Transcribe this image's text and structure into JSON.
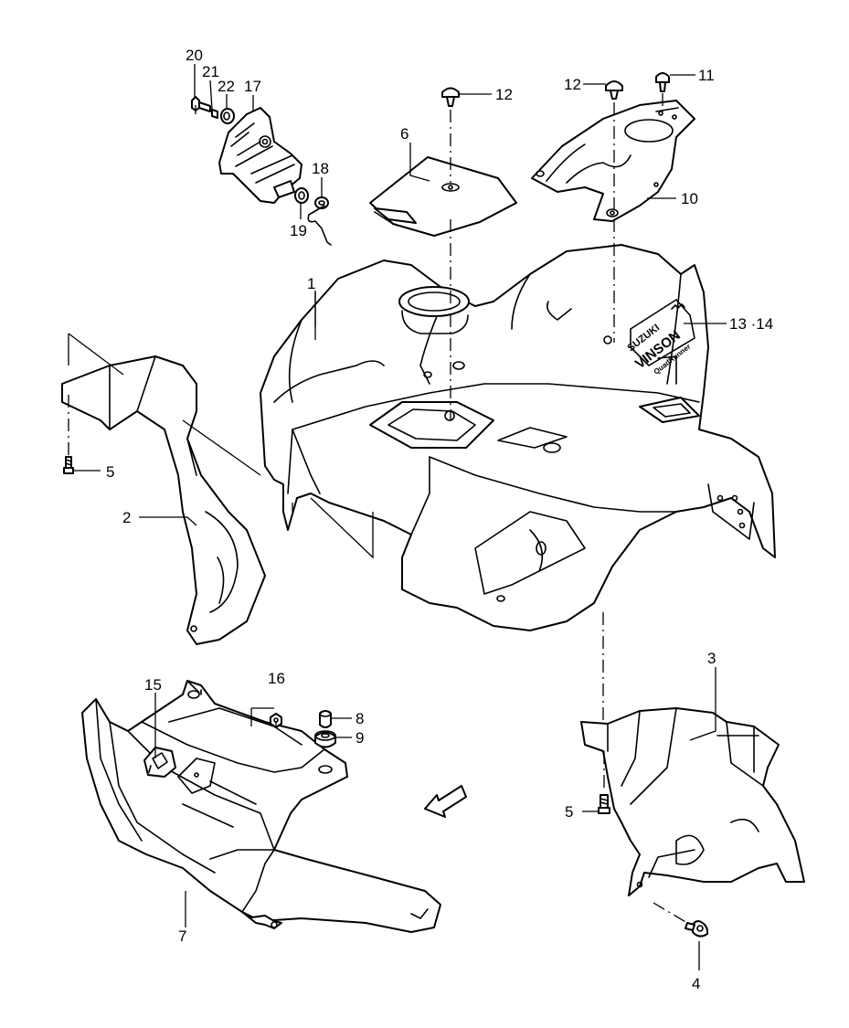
{
  "parts": {
    "p1": "1",
    "p2": "2",
    "p3": "3",
    "p4": "4",
    "p5a": "5",
    "p5b": "5",
    "p6": "6",
    "p7": "7",
    "p8": "8",
    "p9": "9",
    "p10": "10",
    "p11": "11",
    "p12a": "12",
    "p12b": "12",
    "p13_14": "13 ·14",
    "p15": "15",
    "p16": "16",
    "p17": "17",
    "p18": "18",
    "p19": "19",
    "p20": "20",
    "p21": "21",
    "p22": "22"
  },
  "decal": {
    "brand": "SUZUKI",
    "model": "VINSON",
    "sub": "QuadRunner"
  },
  "direction_arrow": "FWD"
}
